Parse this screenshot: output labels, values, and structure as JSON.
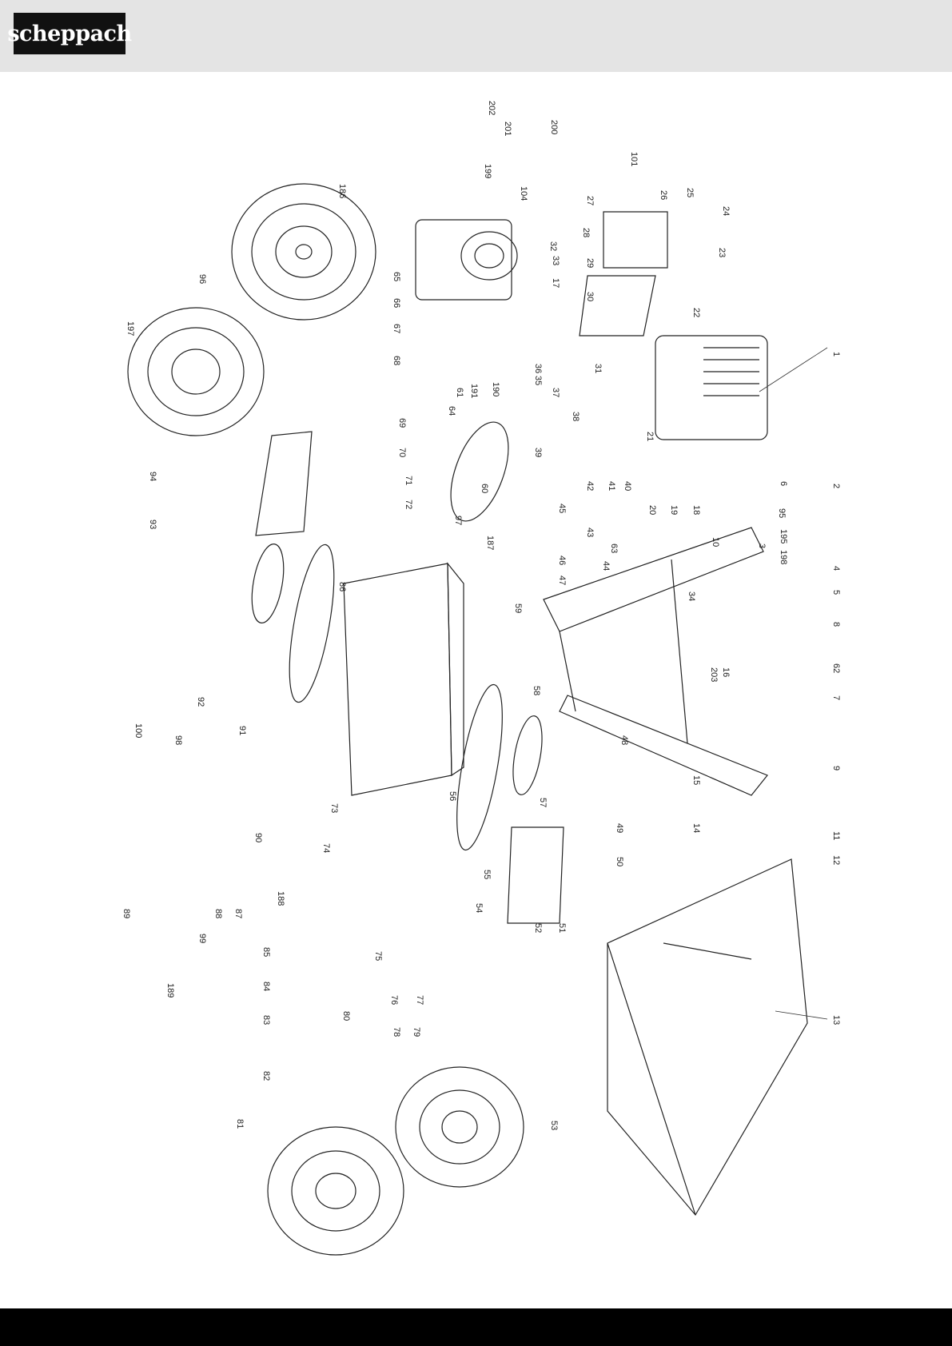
{
  "header": {
    "logo_text": "scheppach"
  },
  "callouts": [
    "1",
    "2",
    "3",
    "4",
    "5",
    "6",
    "7",
    "8",
    "9",
    "10",
    "11",
    "12",
    "13",
    "14",
    "15",
    "16",
    "17",
    "18",
    "19",
    "20",
    "21",
    "22",
    "23",
    "24",
    "25",
    "26",
    "27",
    "28",
    "29",
    "30",
    "31",
    "32",
    "33",
    "34",
    "35",
    "36",
    "37",
    "38",
    "39",
    "40",
    "41",
    "42",
    "43",
    "44",
    "45",
    "46",
    "47",
    "48",
    "49",
    "50",
    "51",
    "52",
    "53",
    "54",
    "55",
    "56",
    "57",
    "58",
    "59",
    "60",
    "61",
    "62",
    "63",
    "64",
    "65",
    "66",
    "67",
    "68",
    "69",
    "70",
    "71",
    "72",
    "73",
    "74",
    "75",
    "76",
    "77",
    "78",
    "79",
    "80",
    "81",
    "82",
    "83",
    "84",
    "85",
    "86",
    "87",
    "88",
    "89",
    "90",
    "91",
    "92",
    "93",
    "94",
    "95",
    "96",
    "97",
    "98",
    "99",
    "100",
    "101",
    "104",
    "186",
    "187",
    "188",
    "189",
    "190",
    "191",
    "195",
    "197",
    "198",
    "199",
    "200",
    "201",
    "202",
    "203"
  ]
}
